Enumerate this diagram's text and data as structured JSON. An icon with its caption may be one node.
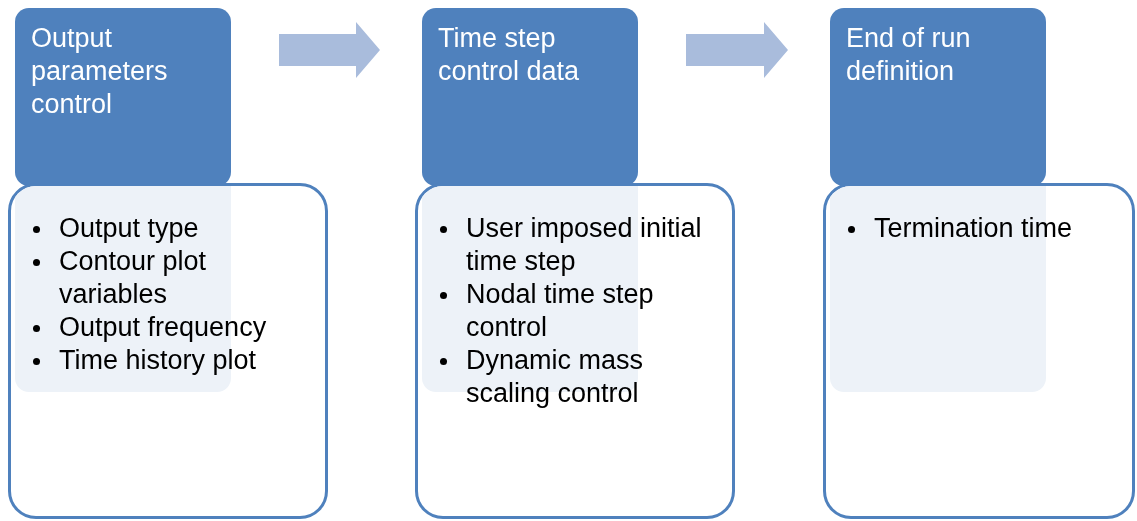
{
  "diagram": {
    "nodes": [
      {
        "text": [
          "Output parameters control"
        ]
      },
      {
        "text": [
          "Output type",
          "Contour plot variables",
          "Output frequency",
          "Time history plot"
        ]
      },
      {
        "text": [
          "Time step control data"
        ]
      },
      {
        "text": [
          "User imposed initial time step",
          "Nodal time step control",
          "Dynamic mass scaling control"
        ]
      },
      {
        "text": [
          "End of run definition"
        ]
      },
      {
        "text": [
          "Termination time"
        ]
      }
    ],
    "edges": [
      {
        "from": 0,
        "to": 2,
        "arrow": "to"
      },
      {
        "from": 2,
        "to": 4,
        "arrow": "to"
      }
    ]
  }
}
